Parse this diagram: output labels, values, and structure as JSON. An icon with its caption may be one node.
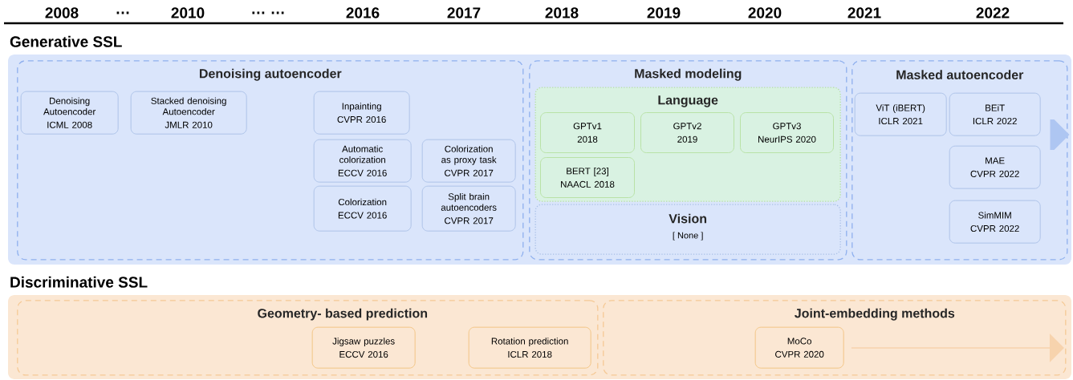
{
  "diagram": {
    "nodes": [
      {
        "text": [
          "Generative SSL"
        ]
      },
      {
        "text": [
          "Denoising autoencoder"
        ],
        "in": 0
      },
      {
        "text": [
          "Denoising Autoencoder",
          "ICML 2008"
        ],
        "in": 1
      },
      {
        "text": [
          "Stacked denoising Autoencoder",
          "JMLR 2010"
        ],
        "in": 1
      },
      {
        "text": [
          "Inpainting",
          "CVPR 2016"
        ],
        "in": 1
      },
      {
        "text": [
          "Automatic colorization",
          "ECCV 2016"
        ],
        "in": 1
      },
      {
        "text": [
          "Colorization as proxy task",
          "CVPR 2017"
        ],
        "in": 1
      },
      {
        "text": [
          "Colorization",
          "ECCV 2016"
        ],
        "in": 1
      },
      {
        "text": [
          "Split brain autoencoders",
          "CVPR 2017"
        ],
        "in": 1
      },
      {
        "text": [
          "Masked modeling"
        ],
        "in": 0
      },
      {
        "text": [
          "Language"
        ],
        "in": 9
      },
      {
        "text": [
          "GPTv1",
          "2018"
        ],
        "in": 10
      },
      {
        "text": [
          "GPTv2",
          "2019"
        ],
        "in": 10
      },
      {
        "text": [
          "GPTv3",
          "NeurIPS 2020"
        ],
        "in": 10
      },
      {
        "text": [
          "BERT [23]",
          "NAACL 2018"
        ],
        "in": 10
      },
      {
        "text": [
          "Vision",
          "[ None ]"
        ],
        "in": 9
      },
      {
        "text": [
          "Masked autoencoder"
        ],
        "in": 0
      },
      {
        "text": [
          "ViT (iBERT)",
          "ICLR 2021"
        ],
        "in": 16
      },
      {
        "text": [
          "BEiT",
          "ICLR 2022"
        ],
        "in": 16
      },
      {
        "text": [
          "MAE",
          "CVPR 2022"
        ],
        "in": 16
      },
      {
        "text": [
          "SimMIM",
          "CVPR 2022"
        ],
        "in": 16
      },
      {
        "text": [
          "Discriminative SSL"
        ]
      },
      {
        "text": [
          "Geometry- based prediction"
        ],
        "in": 21
      },
      {
        "text": [
          "Jigsaw puzzles",
          "ECCV 2016"
        ],
        "in": 22
      },
      {
        "text": [
          "Rotation prediction",
          "ICLR 2018"
        ],
        "in": 22
      },
      {
        "text": [
          "Joint-embedding methods"
        ],
        "in": 21
      },
      {
        "text": [
          "MoCo",
          "CVPR 2020"
        ],
        "in": 25
      }
    ],
    "labels": [
      "2008",
      "…",
      "2010",
      "… …",
      "2016",
      "2017",
      "2018",
      "2019",
      "2020",
      "2021",
      "2022"
    ]
  }
}
